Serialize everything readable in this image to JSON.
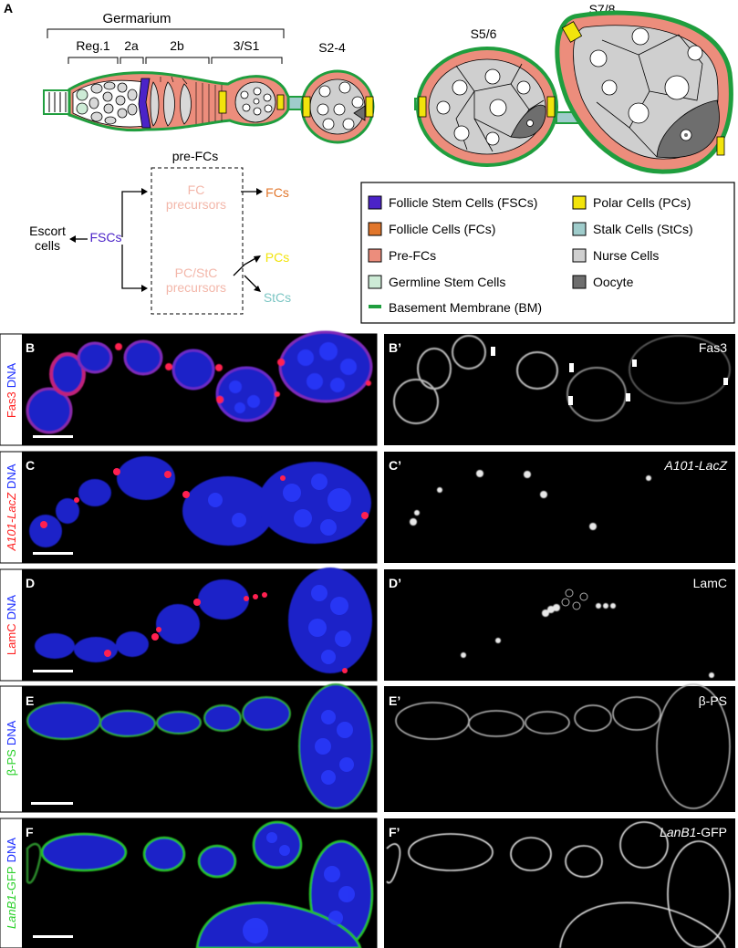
{
  "panel_a": {
    "letter": "A",
    "germarium_label": "Germarium",
    "regions": [
      "Reg.1",
      "2a",
      "2b",
      "3/S1"
    ],
    "stages": [
      "S2-4",
      "S5/6",
      "S7/8"
    ],
    "lineage": {
      "pre_fcs": "pre-FCs",
      "fc_precursors": [
        "FC",
        "precursors"
      ],
      "pc_stc_precursors": [
        "PC/StC",
        "precursors"
      ],
      "fscs": "FSCs",
      "escort": [
        "Escort",
        "cells"
      ],
      "fcs": "FCs",
      "pcs": "PCs",
      "stcs": "StCs"
    },
    "legend": [
      {
        "label": "Follicle Stem Cells (FSCs)",
        "color": "#4b23c8"
      },
      {
        "label": "Polar Cells (PCs)",
        "color": "#f2e40c"
      },
      {
        "label": "Follicle Cells (FCs)",
        "color": "#e1762b"
      },
      {
        "label": "Stalk Cells (StCs)",
        "color": "#9fcccb"
      },
      {
        "label": "Pre-FCs",
        "color": "#ec8d7c"
      },
      {
        "label": "Nurse Cells",
        "color": "#cfcfcf"
      },
      {
        "label": "Germline Stem Cells",
        "color": "#cdebd6"
      },
      {
        "label": "Oocyte",
        "color": "#6e6e6e"
      },
      {
        "label": "Basement Membrane (BM)",
        "color": "#1f9e3e"
      }
    ],
    "colors": {
      "fsc": "#4b23c8",
      "fc": "#e1762b",
      "prefc": "#ec8d7c",
      "gsc": "#cdebd6",
      "pc": "#f2e40c",
      "stalk": "#9fcccb",
      "nurse": "#cfcfcf",
      "oocyte": "#6e6e6e",
      "bm": "#1f9e3e"
    }
  },
  "panels": [
    {
      "letter": "B",
      "prime": "B’",
      "marker": "Fas3",
      "marker_italic": false,
      "marker_suffix": "",
      "marker_color": "#ff2020",
      "dna": "DNA",
      "prime_label": "Fas3"
    },
    {
      "letter": "C",
      "prime": "C’",
      "marker": "A101-LacZ",
      "marker_italic": true,
      "marker_suffix": "",
      "marker_color": "#ff2020",
      "dna": "DNA",
      "prime_label": "A101-LacZ"
    },
    {
      "letter": "D",
      "prime": "D’",
      "marker": "LamC",
      "marker_italic": false,
      "marker_suffix": "",
      "marker_color": "#ff2020",
      "dna": "DNA",
      "prime_label": "LamC"
    },
    {
      "letter": "E",
      "prime": "E’",
      "marker": "β-PS",
      "marker_italic": false,
      "marker_suffix": "",
      "marker_color": "#28d028",
      "dna": "DNA",
      "prime_label": "β-PS"
    },
    {
      "letter": "F",
      "prime": "F’",
      "marker": "LanB1",
      "marker_italic": true,
      "marker_suffix": "-GFP",
      "marker_color": "#28d028",
      "dna": "DNA",
      "prime_label": "LanB1"
    }
  ]
}
